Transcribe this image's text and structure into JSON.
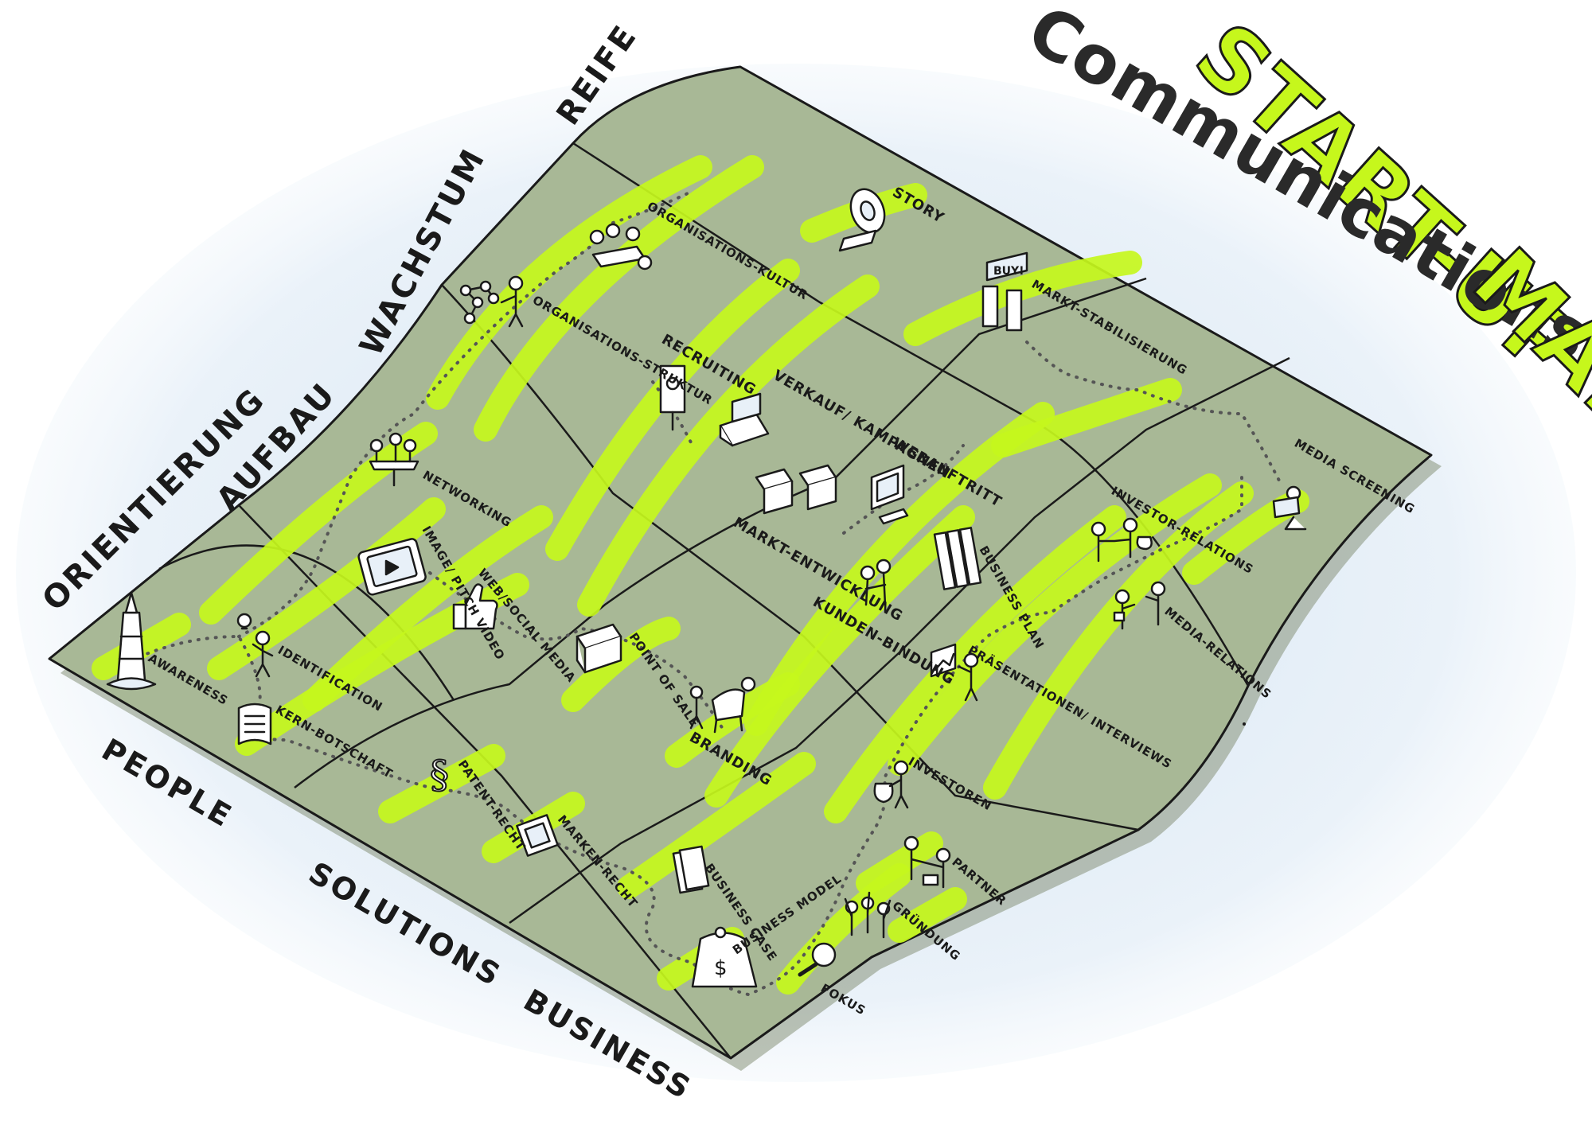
{
  "title": {
    "line1": "START-UP",
    "line2": "Communications",
    "line3": "MAP"
  },
  "stages": [
    "ORIENTIERUNG",
    "AUFBAU",
    "WACHSTUM",
    "REIFE"
  ],
  "rows": [
    "PEOPLE",
    "SOLUTIONS",
    "BUSINESS"
  ],
  "milestones": [
    {
      "id": "awareness",
      "label": "AWARENESS",
      "icon": "lighthouse-icon"
    },
    {
      "id": "identification",
      "label": "IDENTIFICATION",
      "icon": "person-with-lightbulb-icon"
    },
    {
      "id": "kernbotschaft",
      "label": "KERN-BOTSCHAFT",
      "icon": "scroll-icon"
    },
    {
      "id": "networking",
      "label": "NETWORKING",
      "icon": "people-at-table-icon"
    },
    {
      "id": "image-pitch-video",
      "label": "IMAGE/ PITCH VIDEO",
      "icon": "video-player-icon"
    },
    {
      "id": "web-social-media",
      "label": "WEB/SOCIAL MEDIA",
      "icon": "thumbs-up-icon"
    },
    {
      "id": "patentrecht",
      "label": "PATENT-RECHT",
      "icon": "paragraph-icon"
    },
    {
      "id": "markenrecht",
      "label": "MARKEN-RECHT",
      "icon": "stamp-icon"
    },
    {
      "id": "organisationsstruktur",
      "label": "ORGANISATIONS-STRUKTUR",
      "icon": "org-network-icon"
    },
    {
      "id": "organisationskultur",
      "label": "ORGANISATIONS-KULTUR",
      "icon": "team-meeting-icon"
    },
    {
      "id": "recruiting",
      "label": "RECRUITING",
      "icon": "wanted-poster-icon"
    },
    {
      "id": "point-of-sale",
      "label": "POINT OF SALE",
      "icon": "market-stall-icon"
    },
    {
      "id": "branding",
      "label": "BRANDING",
      "icon": "branded-cow-icon"
    },
    {
      "id": "business-case",
      "label": "BUSINESS CASE",
      "icon": "documents-icon"
    },
    {
      "id": "business-model",
      "label": "BUSINESS MODEL",
      "icon": "money-bell-icon"
    },
    {
      "id": "fokus",
      "label": "FOKUS",
      "icon": "magnifier-icon"
    },
    {
      "id": "story",
      "label": "STORY",
      "icon": "film-reel-icon"
    },
    {
      "id": "verkauf-kampagnen",
      "label": "VERKAUF/ KAMPAGNEN",
      "icon": "cash-register-icon"
    },
    {
      "id": "marktentwicklung",
      "label": "MARKT-ENTWICKLUNG",
      "icon": "shops-icon"
    },
    {
      "id": "kundenbindung",
      "label": "KUNDEN-BINDUNG",
      "icon": "hugging-people-icon"
    },
    {
      "id": "webauftritt",
      "label": "WEBAUFTRITT",
      "icon": "computer-icon"
    },
    {
      "id": "business-plan",
      "label": "BUSINESS PLAN",
      "icon": "binders-icon"
    },
    {
      "id": "praesentationen",
      "label": "PRÄSENTATIONEN/ INTERVIEWS",
      "icon": "presenter-icon"
    },
    {
      "id": "investoren",
      "label": "INVESTOREN",
      "icon": "money-bag-person-icon"
    },
    {
      "id": "partner",
      "label": "PARTNER",
      "icon": "handshake-icon"
    },
    {
      "id": "gruendung",
      "label": "GRÜNDUNG",
      "icon": "celebrating-team-icon"
    },
    {
      "id": "marktstabilisierung",
      "label": "MARKT-STABILISIERUNG",
      "icon": "buy-pillars-icon"
    },
    {
      "id": "investor-relations",
      "label": "INVESTOR-RELATIONS",
      "icon": "investor-exchange-icon"
    },
    {
      "id": "media-relations",
      "label": "MEDIA-RELATIONS",
      "icon": "reporters-icon"
    },
    {
      "id": "media-screening",
      "label": "MEDIA SCREENING",
      "icon": "newspaper-reader-icon"
    }
  ],
  "colors": {
    "board": "#a8b896",
    "highlight": "#c6f71c",
    "ink": "#1a1a1a",
    "path_dots": "#555555",
    "backdrop": "#cfe0f0"
  }
}
